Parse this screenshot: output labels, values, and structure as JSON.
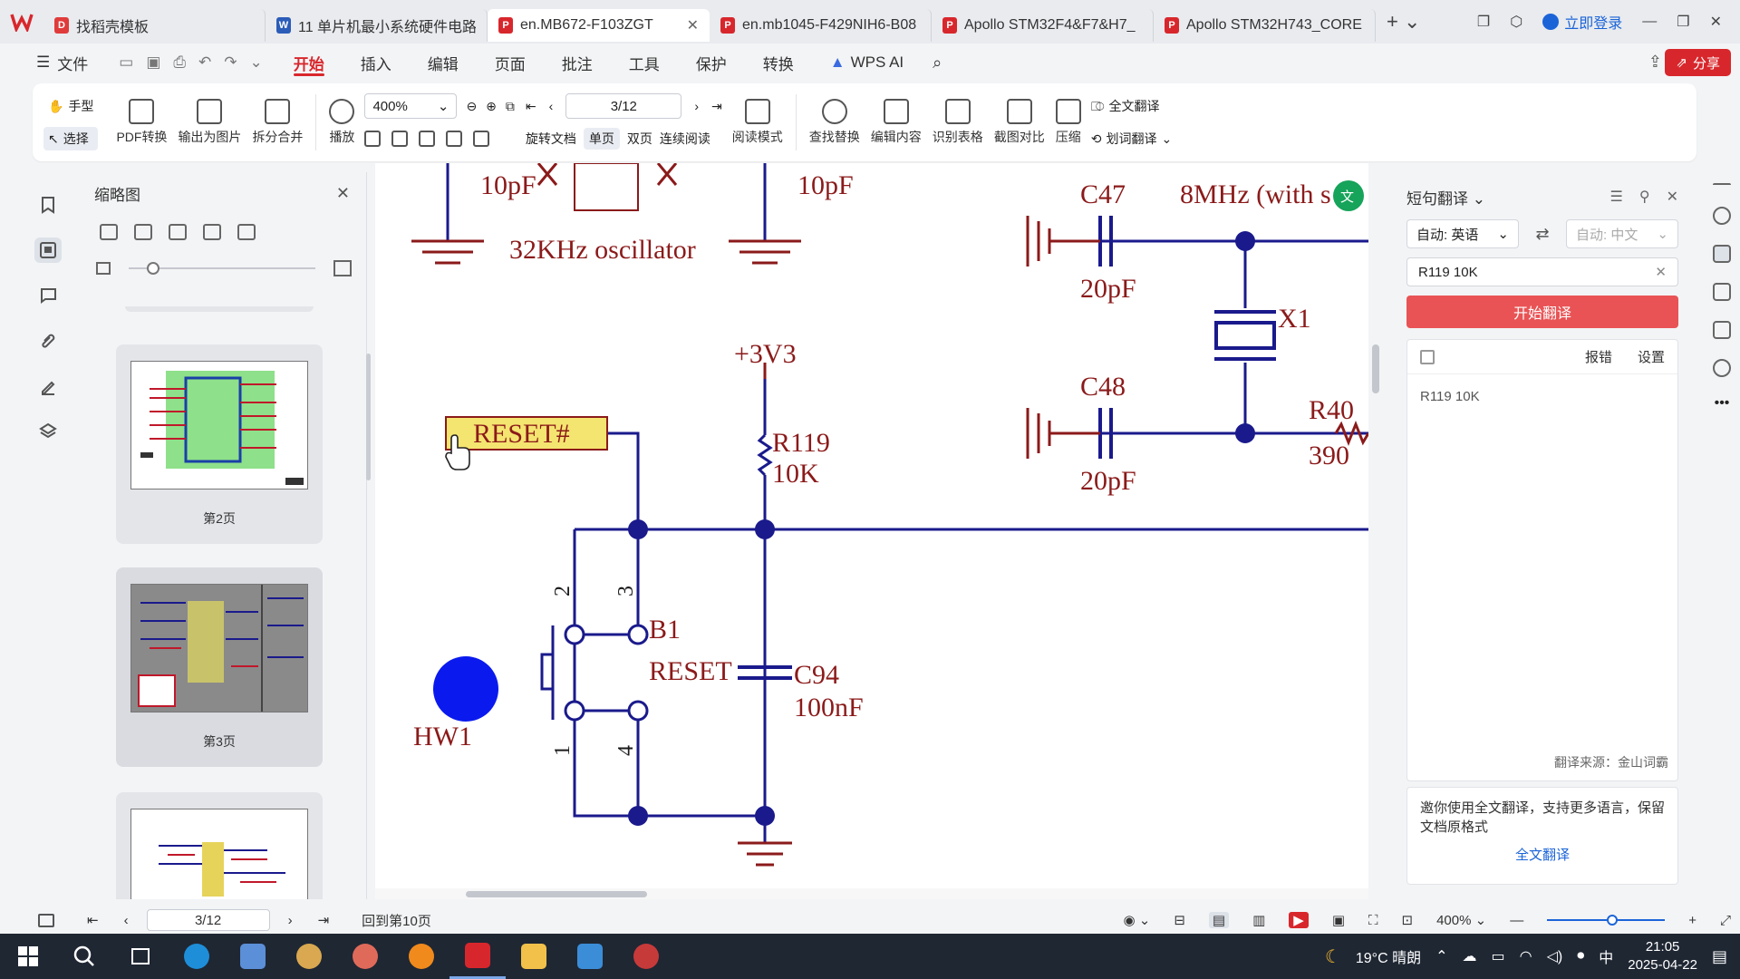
{
  "tabs": [
    {
      "label": "找稻壳模板",
      "type": "wps",
      "active": false
    },
    {
      "label": "11 单片机最小系统硬件电路",
      "type": "word",
      "active": false
    },
    {
      "label": "en.MB672-F103ZGT",
      "type": "pdf",
      "active": true
    },
    {
      "label": "en.mb1045-F429NIH6-B08",
      "type": "pdf",
      "active": false
    },
    {
      "label": "Apollo STM32F4&F7&H7_",
      "type": "pdf",
      "active": false
    },
    {
      "label": "Apollo STM32H743_CORE",
      "type": "pdf",
      "active": false
    }
  ],
  "topbar": {
    "login": "立即登录",
    "share": "分享"
  },
  "menu": {
    "file": "文件",
    "items": [
      "开始",
      "插入",
      "编辑",
      "页面",
      "批注",
      "工具",
      "保护",
      "转换"
    ],
    "ai": "WPS AI",
    "active": "开始"
  },
  "ribbon": {
    "hand": "手型",
    "select": "选择",
    "pdf_convert": "PDF转换",
    "export_image": "输出为图片",
    "split_merge": "拆分合并",
    "play": "播放",
    "zoom": "400%",
    "page": "3/12",
    "rotate": "旋转文档",
    "single": "单页",
    "double": "双页",
    "continuous": "连续阅读",
    "read_mode": "阅读模式",
    "find_replace": "查找替换",
    "edit_content": "编辑内容",
    "recognize_table": "识别表格",
    "screenshot_compare": "截图对比",
    "compress": "压缩",
    "full_translate": "全文翻译",
    "word_translate": "划词翻译"
  },
  "thumbnails": {
    "title": "缩略图",
    "pages": [
      {
        "label": "第2页"
      },
      {
        "label": "第3页"
      }
    ]
  },
  "schematic": {
    "labels": {
      "c_top_left": "10pF",
      "c_top_right": "10pF",
      "osc": "32KHz oscillator",
      "c47": "C47",
      "xtal": "8MHz (with s",
      "c47v": "20pF",
      "x1": "X1",
      "vcc": "+3V3",
      "c48": "C48",
      "c48v": "20pF",
      "r40": "R40",
      "r40v": "390",
      "r119": "R119",
      "r119v": "10K",
      "reset_net": "RESET#",
      "pin2": "2",
      "pin3": "3",
      "b1": "B1",
      "reset": "RESET",
      "c94": "C94",
      "c94v": "100nF",
      "hw1": "HW1",
      "pin1": "1",
      "pin4": "4"
    }
  },
  "translate": {
    "title": "短句翻译",
    "from": "自动: 英语",
    "to": "自动: 中文",
    "input": "R119 10K",
    "button": "开始翻译",
    "report": "报错",
    "settings": "设置",
    "result": "R119 10K",
    "source": "翻译来源：金山词霸",
    "promo": "邀你使用全文翻译，支持更多语言，保留文档原格式",
    "promo_link": "全文翻译"
  },
  "statusbar": {
    "page": "3/12",
    "back": "回到第10页",
    "zoom": "400%"
  },
  "taskbar": {
    "weather": "19°C 晴朗",
    "ime": "中",
    "time": "21:05",
    "date": "2025-04-22"
  },
  "colors": {
    "accent": "#d8272c",
    "wire": "#1a1a8c",
    "net": "#8b1a1a",
    "label_bg": "#f4e470"
  }
}
